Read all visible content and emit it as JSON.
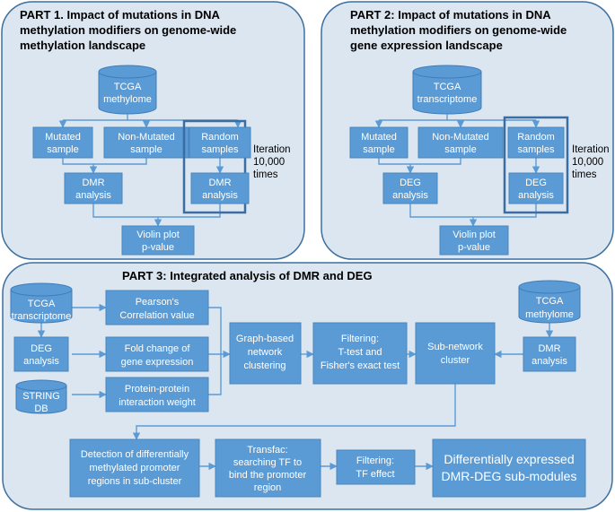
{
  "part1": {
    "title": [
      "PART 1. Impact of mutations in DNA",
      "methylation modifiers on genome-wide",
      "methylation landscape"
    ],
    "db": [
      "TCGA",
      "methylome"
    ],
    "mutated": [
      "Mutated",
      "sample"
    ],
    "nonmutated": [
      "Non-Mutated",
      "sample"
    ],
    "random": [
      "Random",
      "samples"
    ],
    "analysis_left": [
      "DMR",
      "analysis"
    ],
    "analysis_right": [
      "DMR",
      "analysis"
    ],
    "iteration": [
      "Iteration",
      "10,000",
      "times"
    ],
    "violin": [
      "Violin plot",
      "p-value"
    ]
  },
  "part2": {
    "title": [
      "PART 2:  Impact of mutations in DNA",
      "methylation modifiers on genome-wide",
      "gene expression landscape"
    ],
    "db": [
      "TCGA",
      "transcriptome"
    ],
    "mutated": [
      "Mutated",
      "sample"
    ],
    "nonmutated": [
      "Non-Mutated",
      "sample"
    ],
    "random": [
      "Random",
      "samples"
    ],
    "analysis_left": [
      "DEG",
      "analysis"
    ],
    "analysis_right": [
      "DEG",
      "analysis"
    ],
    "iteration": [
      "Iteration",
      "10,000",
      "times"
    ],
    "violin": [
      "Violin plot",
      "p-value"
    ]
  },
  "part3": {
    "title": "PART 3: Integrated analysis of DMR and DEG",
    "db_transcriptome": [
      "TCGA",
      "transcriptome"
    ],
    "deg": [
      "DEG",
      "analysis"
    ],
    "string": [
      "STRING",
      "DB"
    ],
    "pearson": [
      "Pearson's",
      "Correlation value"
    ],
    "fold": [
      "Fold change of",
      "gene expression"
    ],
    "ppi": [
      "Protein-protein",
      "interaction weight"
    ],
    "graph": [
      "Graph-based",
      "network",
      "clustering"
    ],
    "filtering_t": [
      "Filtering:",
      "T-test and",
      "Fisher's exact test"
    ],
    "subnetwork": [
      "Sub-network",
      "cluster"
    ],
    "db_methylome": [
      "TCGA",
      "methylome"
    ],
    "dmr": [
      "DMR",
      "analysis"
    ],
    "detection": [
      "Detection of differentially",
      "methylated promoter",
      "regions in sub-cluster"
    ],
    "transfac": [
      "Transfac:",
      "searching TF to",
      "bind the promoter",
      "region"
    ],
    "filtering_tf": [
      "Filtering:",
      "TF effect"
    ],
    "result": [
      "Differentially expressed",
      "DMR-DEG sub-modules"
    ]
  },
  "colors": {
    "panel_fill": "#dce6f1",
    "panel_border": "#3d6f9f",
    "box_fill": "#5b9bd5",
    "frame_border": "#3a6da1",
    "connector": "#5b9bd5"
  }
}
